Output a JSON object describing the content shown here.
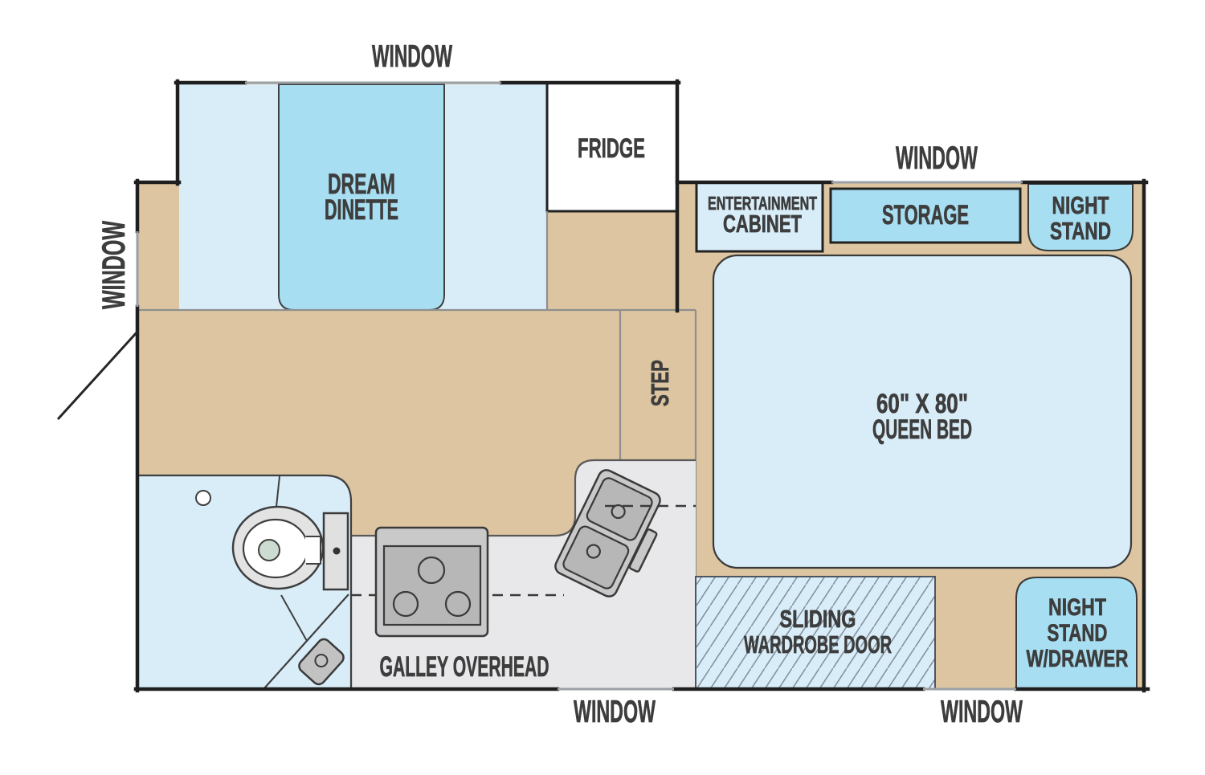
{
  "plan": {
    "window_labels": {
      "top": "WINDOW",
      "left": "WINDOW",
      "bottom_left": "WINDOW",
      "bottom_right": "WINDOW",
      "bedroom_top": "WINDOW"
    },
    "labels": {
      "dinette_line1": "DREAM",
      "dinette_line2": "DINETTE",
      "fridge": "FRIDGE",
      "entertainment_line1": "ENTERTAINMENT",
      "entertainment_line2": "CABINET",
      "storage": "STORAGE",
      "nightstand_line1": "NIGHT",
      "nightstand_line2": "STAND",
      "bed_line1": "60\" X 80\"",
      "bed_line2": "QUEEN BED",
      "step": "STEP",
      "wardrobe_line1": "SLIDING",
      "wardrobe_line2": "WARDROBE DOOR",
      "nightstand_drawer_line1": "NIGHT",
      "nightstand_drawer_line2": "STAND",
      "nightstand_drawer_line3": "W/DRAWER",
      "galley": "GALLEY OVERHEAD"
    },
    "colors": {
      "floor_tan": "#dcc5a0",
      "light_blue": "#d9edf8",
      "medium_blue": "#a8def1",
      "galley_gray": "#e8e8ea",
      "appliance_gray": "#c9c9c9",
      "wall_black": "#1f1f1f",
      "label_gray": "#3d3d3d"
    }
  }
}
